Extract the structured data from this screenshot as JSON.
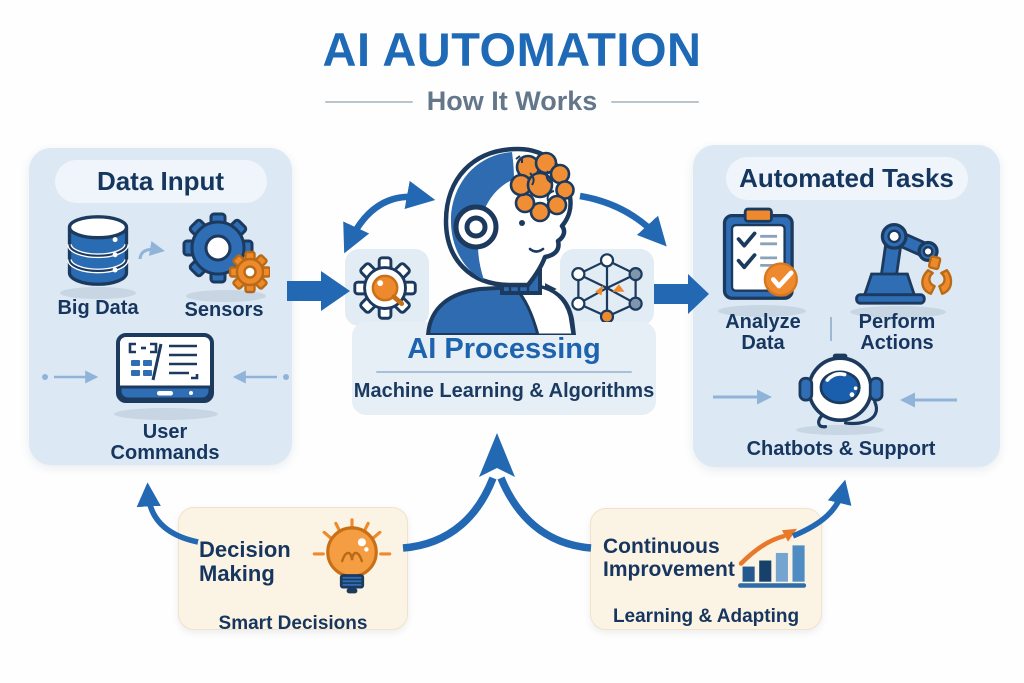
{
  "header": {
    "title": "AI AUTOMATION",
    "subtitle": "How It Works"
  },
  "data_input": {
    "title": "Data Input",
    "items": [
      {
        "label": "Big Data",
        "icon": "database-icon"
      },
      {
        "label": "Sensors",
        "icon": "gears-icon"
      },
      {
        "label": "User Commands",
        "icon": "tablet-icon"
      }
    ]
  },
  "ai_processing": {
    "title": "AI Processing",
    "subtitle": "Machine Learning & Algorithms",
    "left_icon": "gear-icon",
    "center_icon": "robot-head-icon",
    "right_icon": "neural-network-icon"
  },
  "automated_tasks": {
    "title": "Automated Tasks",
    "items": [
      {
        "label": "Analyze Data",
        "icon": "clipboard-check-icon"
      },
      {
        "label": "Perform Actions",
        "icon": "robot-arm-icon"
      },
      {
        "label": "Chatbots & Support",
        "icon": "chatbot-icon"
      }
    ]
  },
  "decision_making": {
    "title": "Decision Making",
    "subtitle": "Smart Decisions",
    "icon": "lightbulb-icon"
  },
  "continuous_improvement": {
    "title": "Continuous Improvement",
    "subtitle": "Learning & Adapting",
    "icon": "growth-chart-icon"
  },
  "colors": {
    "primary_blue": "#2268b2",
    "navy_text": "#16365f",
    "accent_orange": "#ee8a2d",
    "light_arrow": "#8fb4d8",
    "panel_blue": "#dce8f3",
    "cream": "#fbf3e4"
  }
}
